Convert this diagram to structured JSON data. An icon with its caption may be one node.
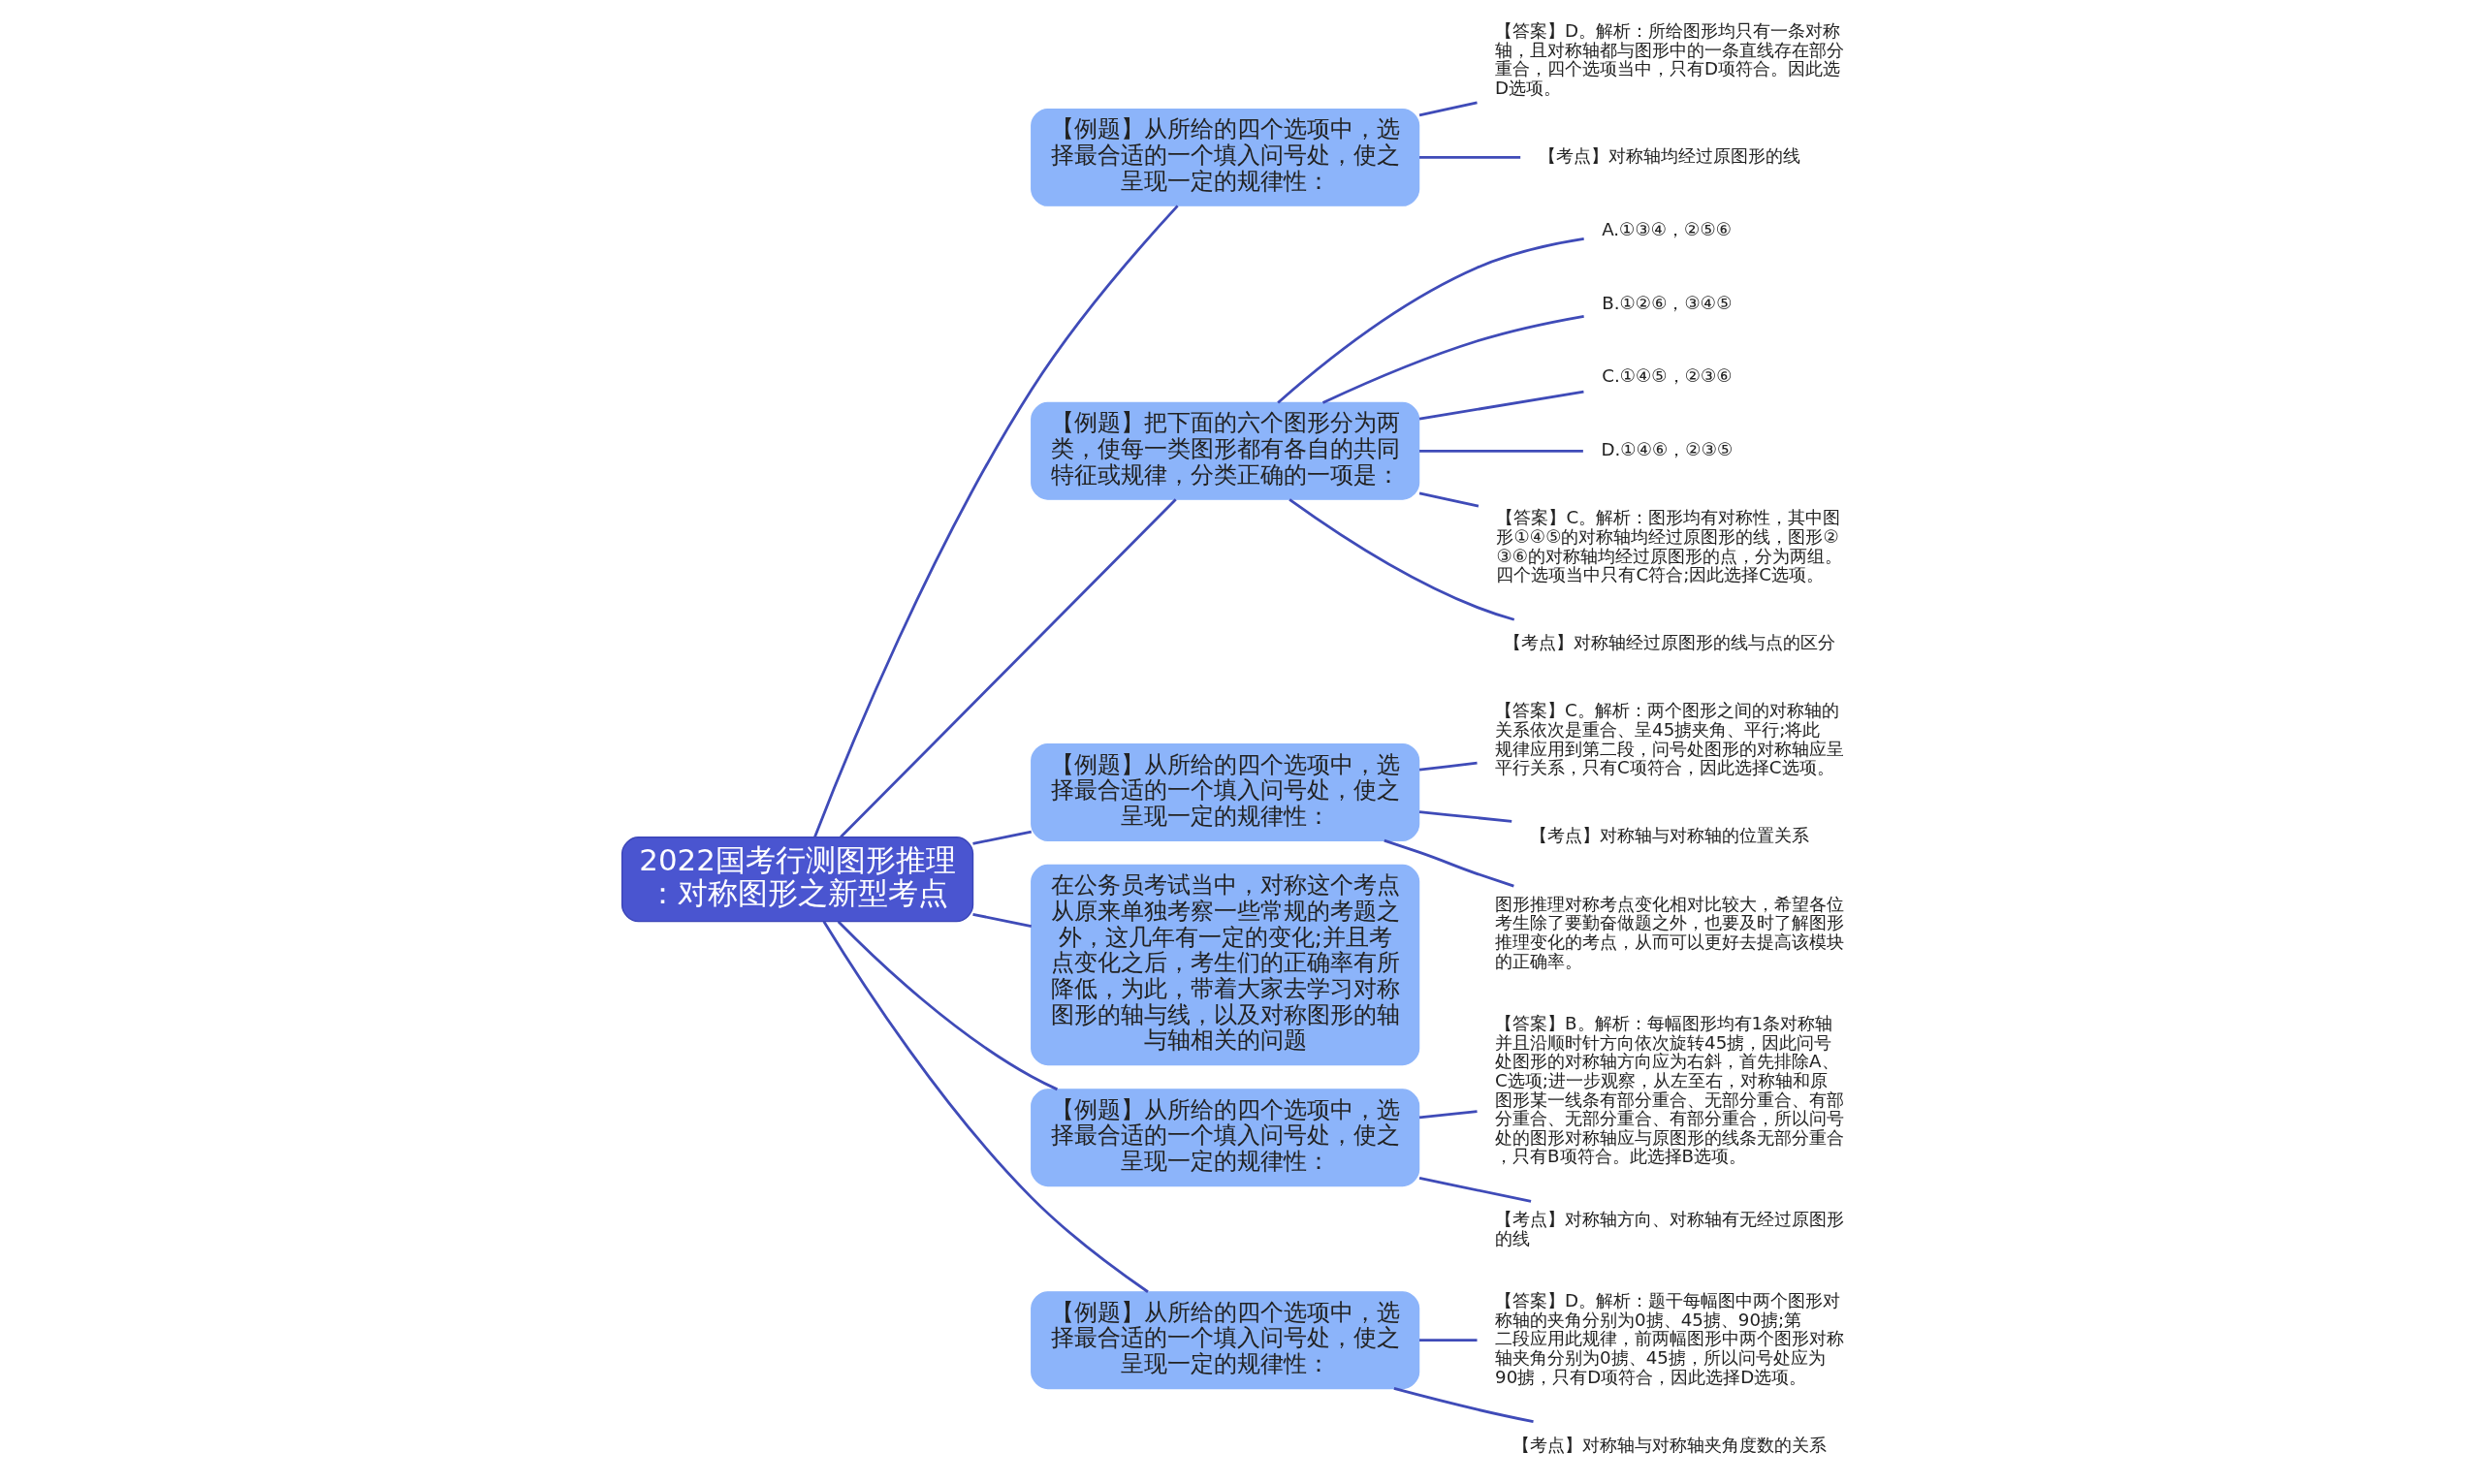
{
  "diagram": {
    "nodes": [
      {
        "text": [
          "2022国考行测图形推理：对称图形之新型考点"
        ]
      },
      {
        "text": [
          "【例题】从所给的四个选项中，选择最合适的一个填入问号处，使之呈现一定的规律性："
        ]
      },
      {
        "text": [
          "【答案】D。解析：所给图形均只有一条对称轴，且对称轴都与图形中的一条直线存在部分重合，四个选项当中，只有D项符合。因此选D选项。"
        ]
      },
      {
        "text": [
          "【考点】对称轴均经过原图形的线"
        ]
      },
      {
        "text": [
          "【例题】把下面的六个图形分为两类，使每一类图形都有各自的共同特征或规律，分类正确的一项是："
        ]
      },
      {
        "text": [
          "A.①③④，②⑤⑥"
        ]
      },
      {
        "text": [
          "B.①②⑥，③④⑤"
        ]
      },
      {
        "text": [
          "C.①④⑤，②③⑥"
        ]
      },
      {
        "text": [
          "D.①④⑥，②③⑤"
        ]
      },
      {
        "text": [
          "【答案】C。解析：图形均有对称性，其中图形①④⑤的对称轴均经过原图形的线，图形②③⑥的对称轴均经过原图形的点，分为两组。四个选项当中只有C符合;因此选择C选项。"
        ]
      },
      {
        "text": [
          "【考点】对称轴经过原图形的线与点的区分"
        ]
      },
      {
        "text": [
          "【例题】从所给的四个选项中，选择最合适的一个填入问号处，使之呈现一定的规律性："
        ]
      },
      {
        "text": [
          "【答案】C。解析：两个图形之间的对称轴的关系依次是重合、呈45掳夹角、平行;将此规律应用到第二段，问号处图形的对称轴应呈平行关系，只有C项符合，因此选择C选项。"
        ]
      },
      {
        "text": [
          "【考点】对称轴与对称轴的位置关系"
        ]
      },
      {
        "text": [
          "图形推理对称考点变化相对比较大，希望各位考生除了要勤奋做题之外，也要及时了解图形推理变化的考点，从而可以更好去提高该模块的正确率。"
        ]
      },
      {
        "text": [
          "在公务员考试当中，对称这个考点从原来单独考察一些常规的考题之外，这几年有一定的变化;并且考点变化之后，考生们的正确率有所降低，为此，带着大家去学习对称图形的轴与线，以及对称图形的轴与轴相关的问题"
        ]
      },
      {
        "text": [
          "【例题】从所给的四个选项中，选择最合适的一个填入问号处，使之呈现一定的规律性："
        ]
      },
      {
        "text": [
          "【答案】B。解析：每幅图形均有1条对称轴并且沿顺时针方向依次旋转45掳，因此问号处图形的对称轴方向应为右斜，首先排除A、C选项;进一步观察，从左至右，对称轴和原图形某一线条有部分重合、无部分重合、有部分重合、无部分重合、有部分重合，所以问号处的图形对称轴应与原图形的线条无部分重合，只有B项符合。此选择B选项。"
        ]
      },
      {
        "text": [
          "【考点】对称轴方向、对称轴有无经过原图形的线"
        ]
      },
      {
        "text": [
          "【例题】从所给的四个选项中，选择最合适的一个填入问号处，使之呈现一定的规律性："
        ]
      },
      {
        "text": [
          "【答案】D。解析：题干每幅图中两个图形对称轴的夹角分别为0掳、45掳、90掳;第二段应用此规律，前两幅图形中两个图形对称轴夹角分别为0掳、45掳，所以问号处应为90掳，只有D项符合，因此选择D选项。"
        ]
      },
      {
        "text": [
          "【考点】对称轴与对称轴夹角度数的关系"
        ]
      }
    ],
    "edges": [
      {
        "from": 0,
        "to": 1,
        "arrow": "none"
      },
      {
        "from": 1,
        "to": 2,
        "arrow": "none"
      },
      {
        "from": 1,
        "to": 3,
        "arrow": "none"
      },
      {
        "from": 0,
        "to": 4,
        "arrow": "none"
      },
      {
        "from": 4,
        "to": 5,
        "arrow": "none"
      },
      {
        "from": 4,
        "to": 6,
        "arrow": "none"
      },
      {
        "from": 4,
        "to": 7,
        "arrow": "none"
      },
      {
        "from": 4,
        "to": 8,
        "arrow": "none"
      },
      {
        "from": 4,
        "to": 9,
        "arrow": "none"
      },
      {
        "from": 4,
        "to": 10,
        "arrow": "none"
      },
      {
        "from": 0,
        "to": 11,
        "arrow": "none"
      },
      {
        "from": 11,
        "to": 12,
        "arrow": "none"
      },
      {
        "from": 11,
        "to": 13,
        "arrow": "none"
      },
      {
        "from": 11,
        "to": 14,
        "arrow": "none"
      },
      {
        "from": 0,
        "to": 15,
        "arrow": "none"
      },
      {
        "from": 0,
        "to": 16,
        "arrow": "none"
      },
      {
        "from": 16,
        "to": 17,
        "arrow": "none"
      },
      {
        "from": 16,
        "to": 18,
        "arrow": "none"
      },
      {
        "from": 0,
        "to": 19,
        "arrow": "none"
      },
      {
        "from": 19,
        "to": 20,
        "arrow": "none"
      },
      {
        "from": 19,
        "to": 21,
        "arrow": "none"
      }
    ]
  }
}
